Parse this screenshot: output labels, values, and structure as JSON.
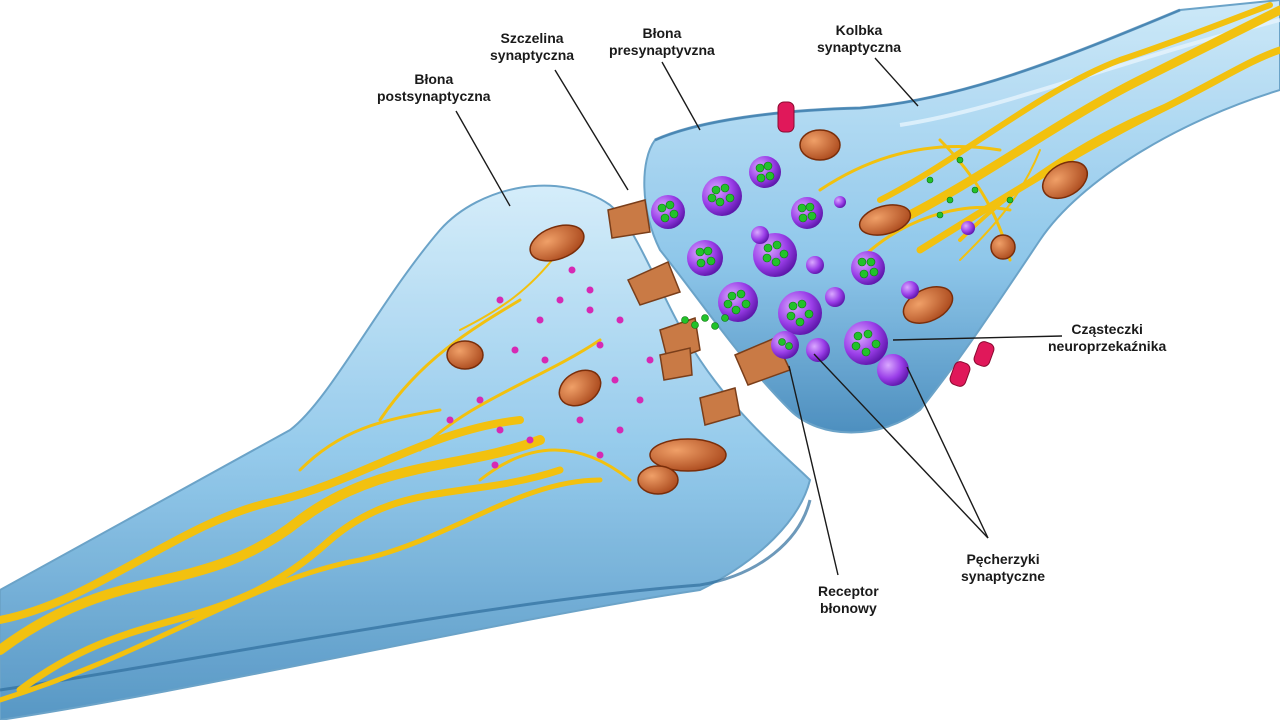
{
  "labels": {
    "blona_postsynaptyczna": [
      "Błona",
      "postsynaptyczna"
    ],
    "szczelina_synaptyczna": [
      "Szczelina",
      "synaptyczna"
    ],
    "blona_presynaptyczna": [
      "Błona",
      "presynaptyvzna"
    ],
    "kolbka_synaptyczna": [
      "Kolbka",
      "synaptyczna"
    ],
    "czasteczki_neuroprzekaznika": [
      "Cząsteczki",
      "neuroprzekaźnika"
    ],
    "pecherzyki_synaptyczne": [
      "Pęcherzyki",
      "synaptyczne"
    ],
    "receptor_blonowy": [
      "Receptor",
      "błonowy"
    ]
  },
  "colors": {
    "axon_fill": "#a9d4ee",
    "axon_edge": "#5f9cc4",
    "fibers": "#f2c10f",
    "vesicle": "#9a3ee8",
    "neurotransmitter": "#22c22a",
    "mitochondrion": "#d96a28",
    "receptor": "#c97a45",
    "membrane_protein": "#e0185a",
    "cleft_particles": "#d629b4"
  }
}
